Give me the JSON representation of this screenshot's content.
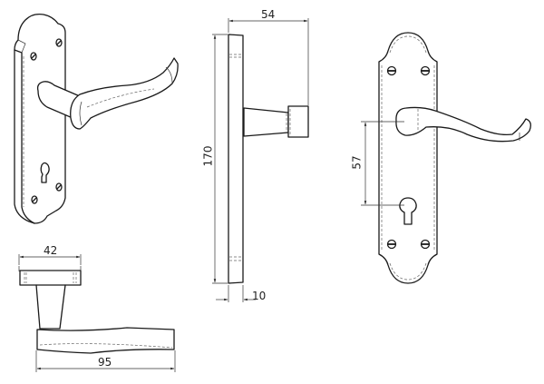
{
  "drawing": {
    "subject": "Lever door handle on backplate with keyhole",
    "line_color": "#1a1a1a",
    "background": "#ffffff",
    "views": [
      {
        "name": "isometric-view"
      },
      {
        "name": "top-view"
      },
      {
        "name": "side-view"
      },
      {
        "name": "front-view"
      }
    ],
    "dimensions": {
      "rose_width": "42",
      "lever_length": "95",
      "projection_depth": "54",
      "plate_height": "170",
      "plate_thickness": "10",
      "lever_to_keyhole": "57"
    }
  }
}
